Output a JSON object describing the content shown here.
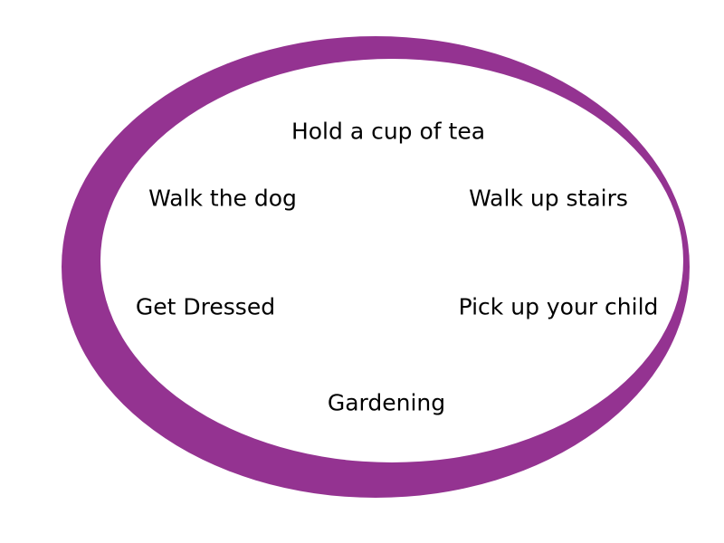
{
  "diagram": {
    "shape": "crescent-ellipse",
    "colors": {
      "ring": "#943391",
      "background": "#ffffff",
      "text": "#000000"
    },
    "items": [
      {
        "label": "Hold a cup of tea"
      },
      {
        "label": "Walk the dog"
      },
      {
        "label": "Walk up stairs"
      },
      {
        "label": "Get Dressed"
      },
      {
        "label": "Pick up your child"
      },
      {
        "label": "Gardening"
      }
    ]
  }
}
